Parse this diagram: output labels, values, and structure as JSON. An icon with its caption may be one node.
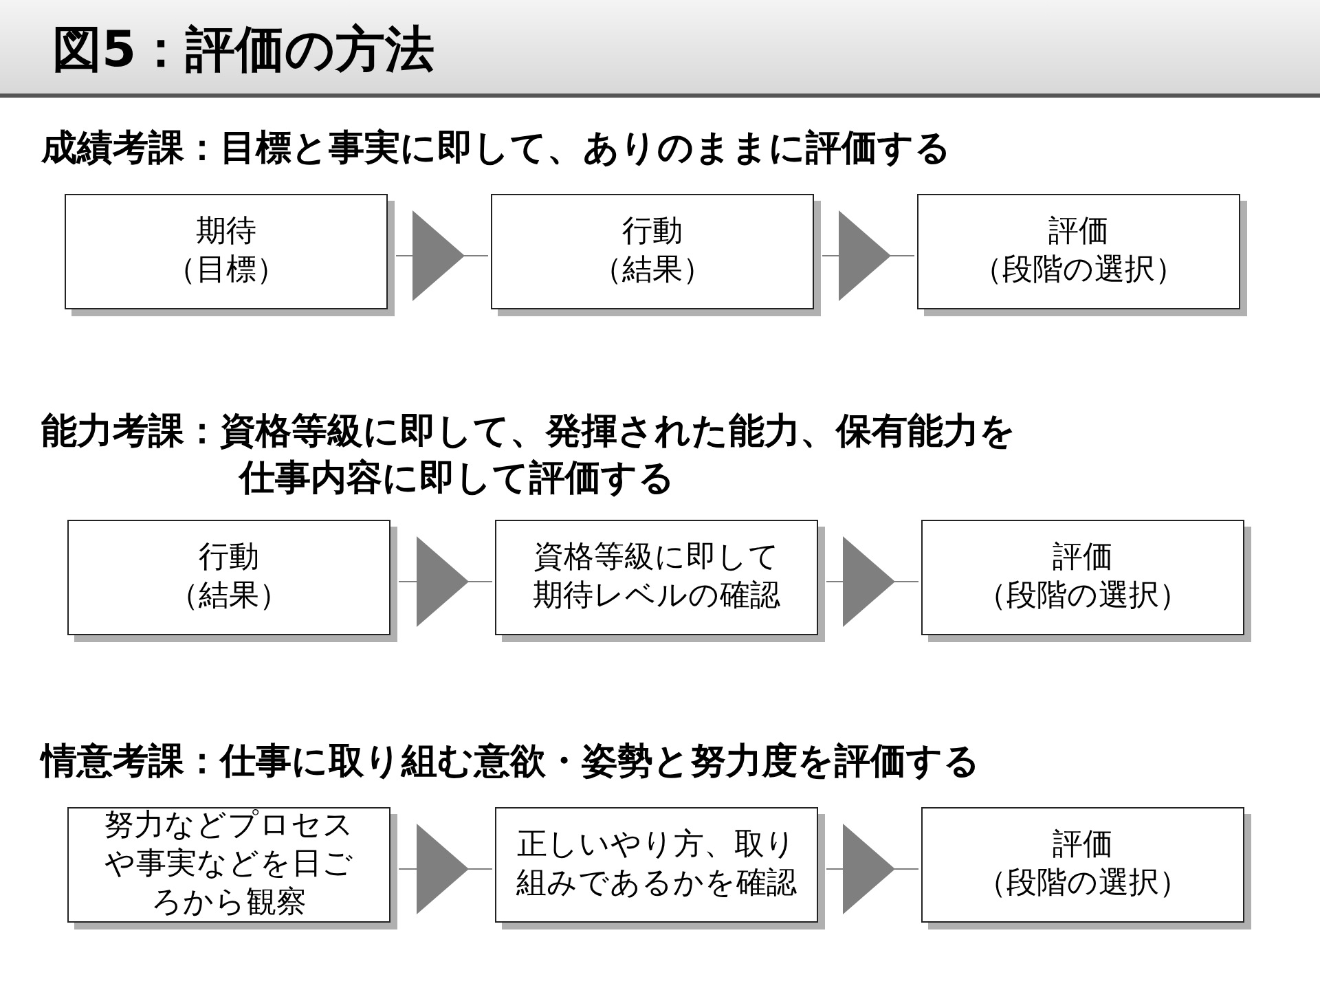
{
  "diagram": {
    "title": "図5：評価の方法",
    "nodes": [
      {
        "text": [
          "期待（目標）"
        ]
      },
      {
        "text": [
          "行動（結果）"
        ]
      },
      {
        "text": [
          "評価（段階の選択）"
        ]
      },
      {
        "text": [
          "行動（結果）"
        ]
      },
      {
        "text": [
          "資格等級に即して期待レベルの確認"
        ]
      },
      {
        "text": [
          "評価（段階の選択）"
        ]
      },
      {
        "text": [
          "努力などプロセスや事実などを日ごろから観察"
        ]
      },
      {
        "text": [
          "正しいやり方、取り組みであるかを確認"
        ]
      },
      {
        "text": [
          "評価（段階の選択）"
        ]
      }
    ],
    "edges": [
      {
        "from": 0,
        "to": 1,
        "arrow": "to"
      },
      {
        "from": 1,
        "to": 2,
        "arrow": "to"
      },
      {
        "from": 3,
        "to": 4,
        "arrow": "to"
      },
      {
        "from": 4,
        "to": 5,
        "arrow": "to"
      },
      {
        "from": 6,
        "to": 7,
        "arrow": "to"
      },
      {
        "from": 7,
        "to": 8,
        "arrow": "to"
      }
    ],
    "labels": [
      "成績考課：目標と事実に即して、ありのままに評価する",
      "能力考課：資格等級に即して、発揮された能力、保有能力を仕事内容に即して評価する",
      "情意考課：仕事に取り組む意欲・姿勢と努力度を評価する"
    ]
  }
}
